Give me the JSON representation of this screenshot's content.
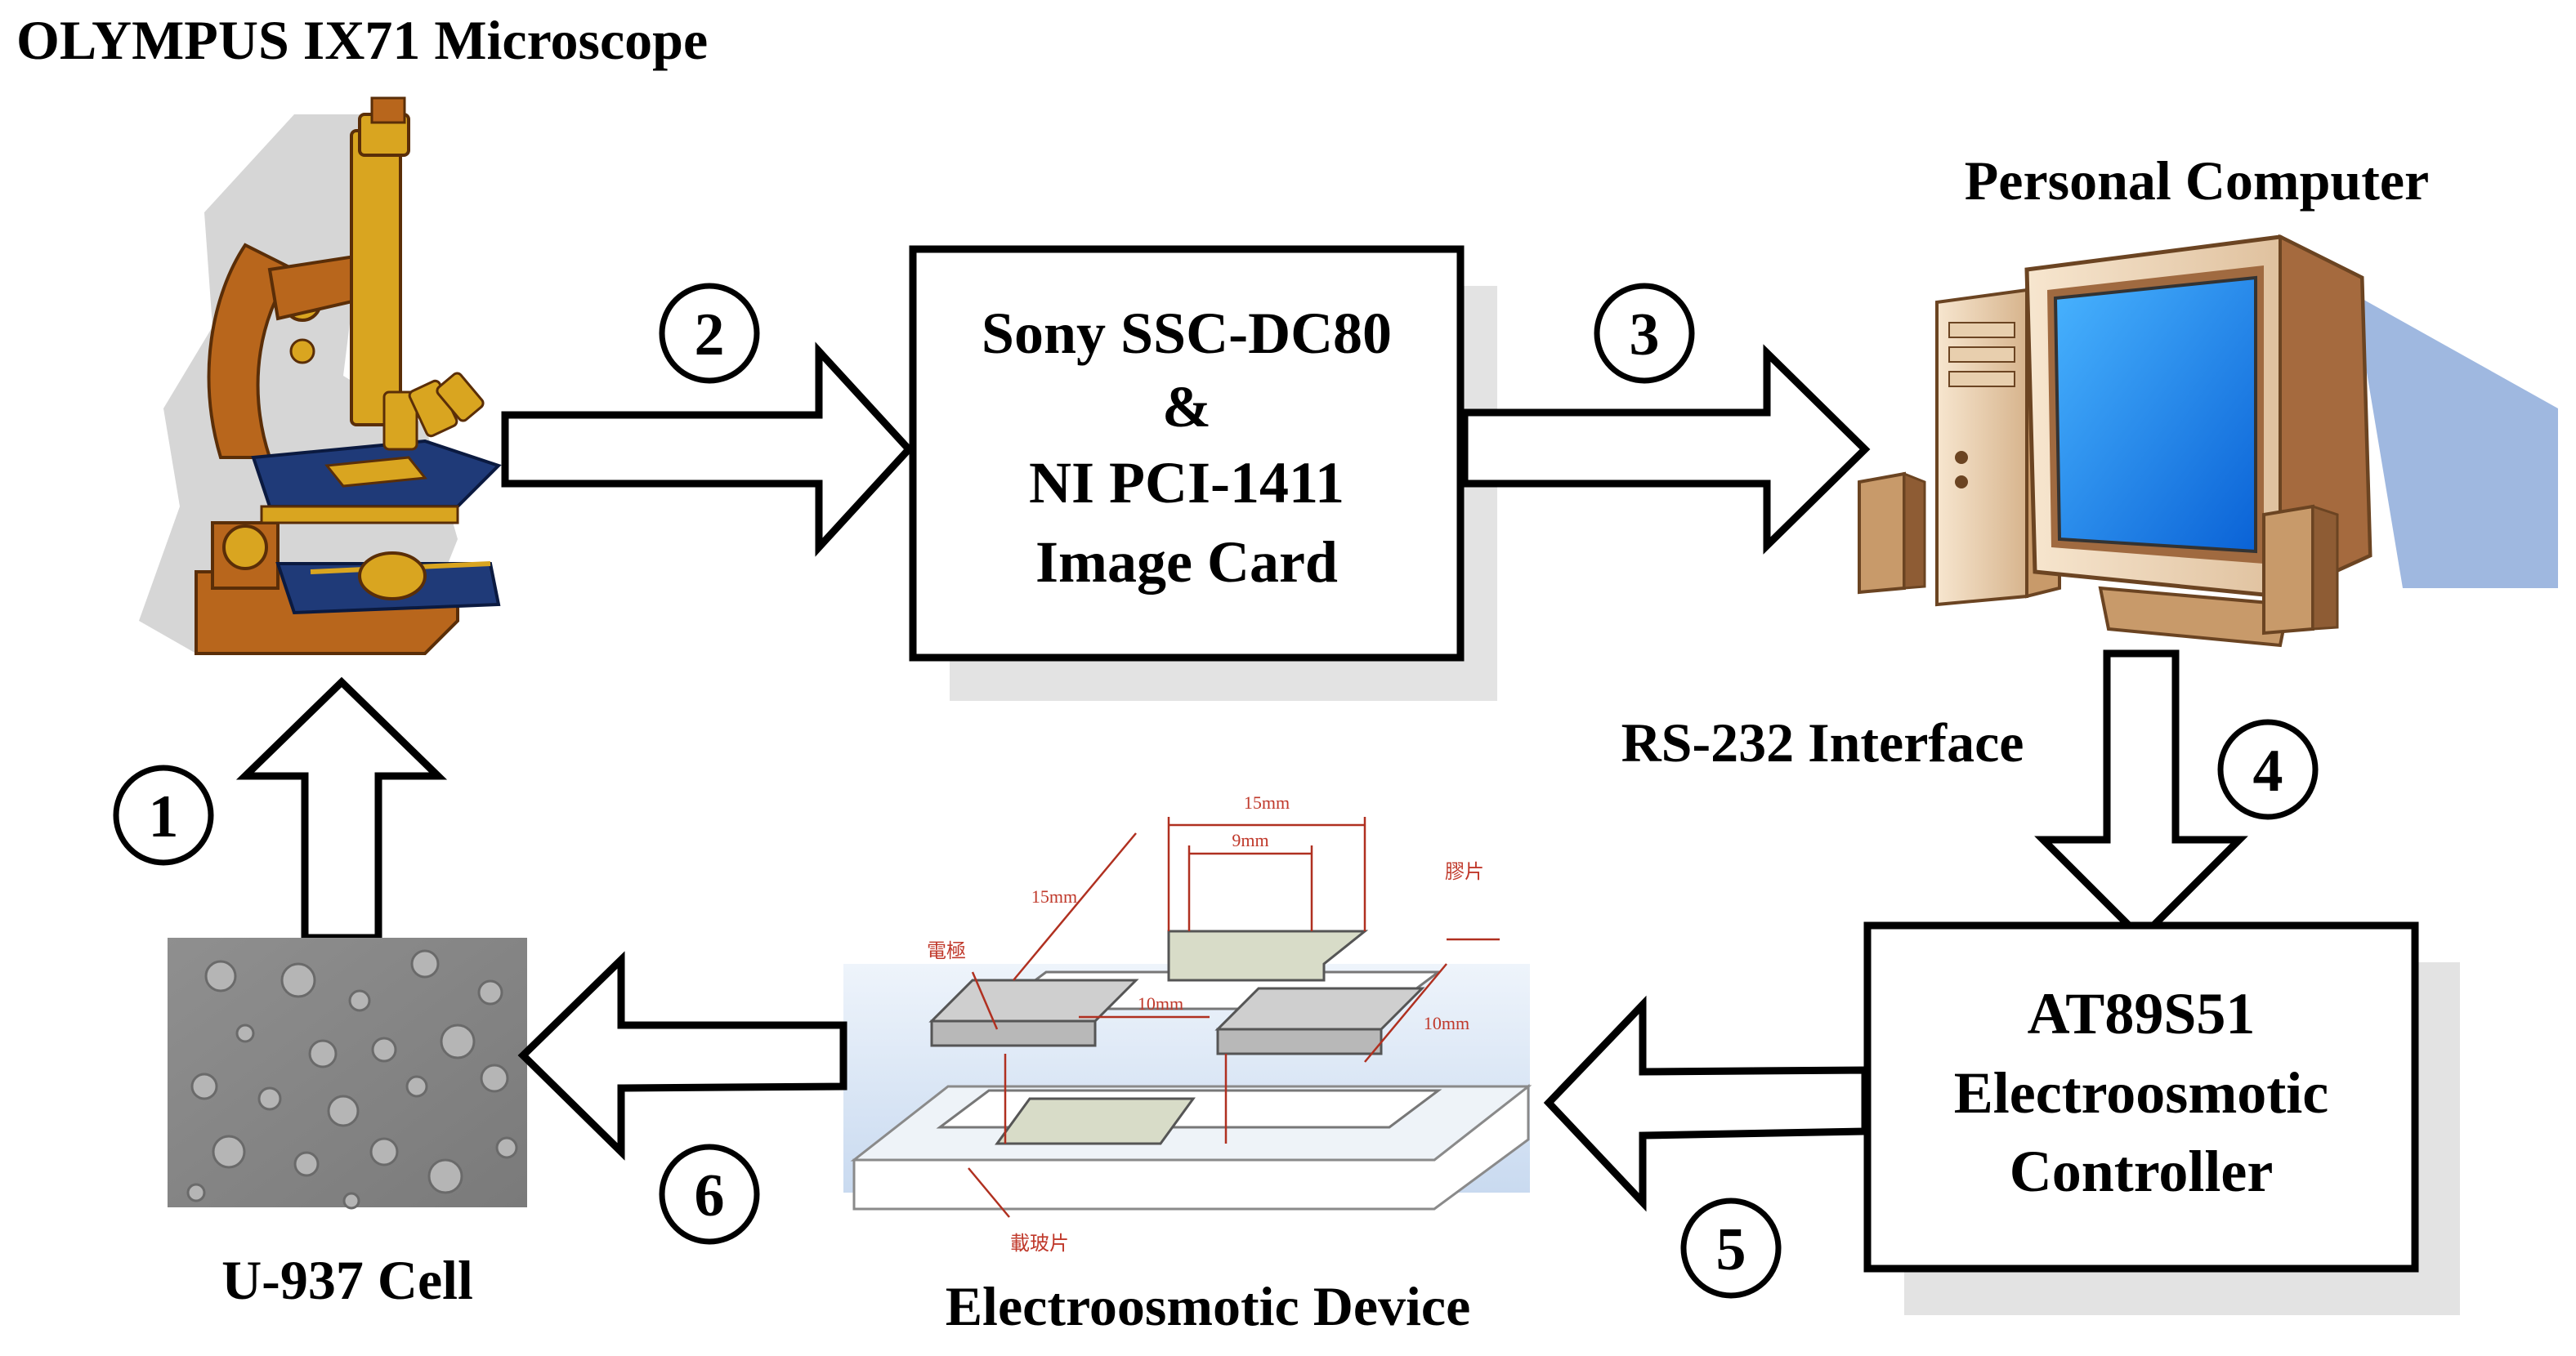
{
  "microscope": {
    "title": "OLYMPUS IX71 Microscope"
  },
  "camera_box": {
    "line1": "Sony SSC-DC80",
    "line2": "&",
    "line3": "NI PCI-1411",
    "line4": "Image Card"
  },
  "computer": {
    "title": "Personal Computer"
  },
  "interface": {
    "label": "RS-232 Interface"
  },
  "controller_box": {
    "line1": "AT89S51",
    "line2": "Electroosmotic",
    "line3": "Controller"
  },
  "device": {
    "title": "Electroosmotic Device",
    "dim_15mm_top": "15mm",
    "dim_9mm": "9mm",
    "dim_15mm_left": "15mm",
    "dim_10mm_center": "10mm",
    "dim_10mm_right": "10mm",
    "label_electrode": "電極",
    "label_film": "膠片",
    "label_slide": "載玻片"
  },
  "cell": {
    "title": "U-937 Cell"
  },
  "steps": [
    "1",
    "2",
    "3",
    "4",
    "5",
    "6"
  ],
  "colors": {
    "microscope_body": "#b8661c",
    "microscope_gold": "#d9a520",
    "microscope_stage": "#1f3a78",
    "monitor_screen": "#1e90ff",
    "computer_case": "#f2dcc0",
    "dimension_line": "#b03020"
  }
}
